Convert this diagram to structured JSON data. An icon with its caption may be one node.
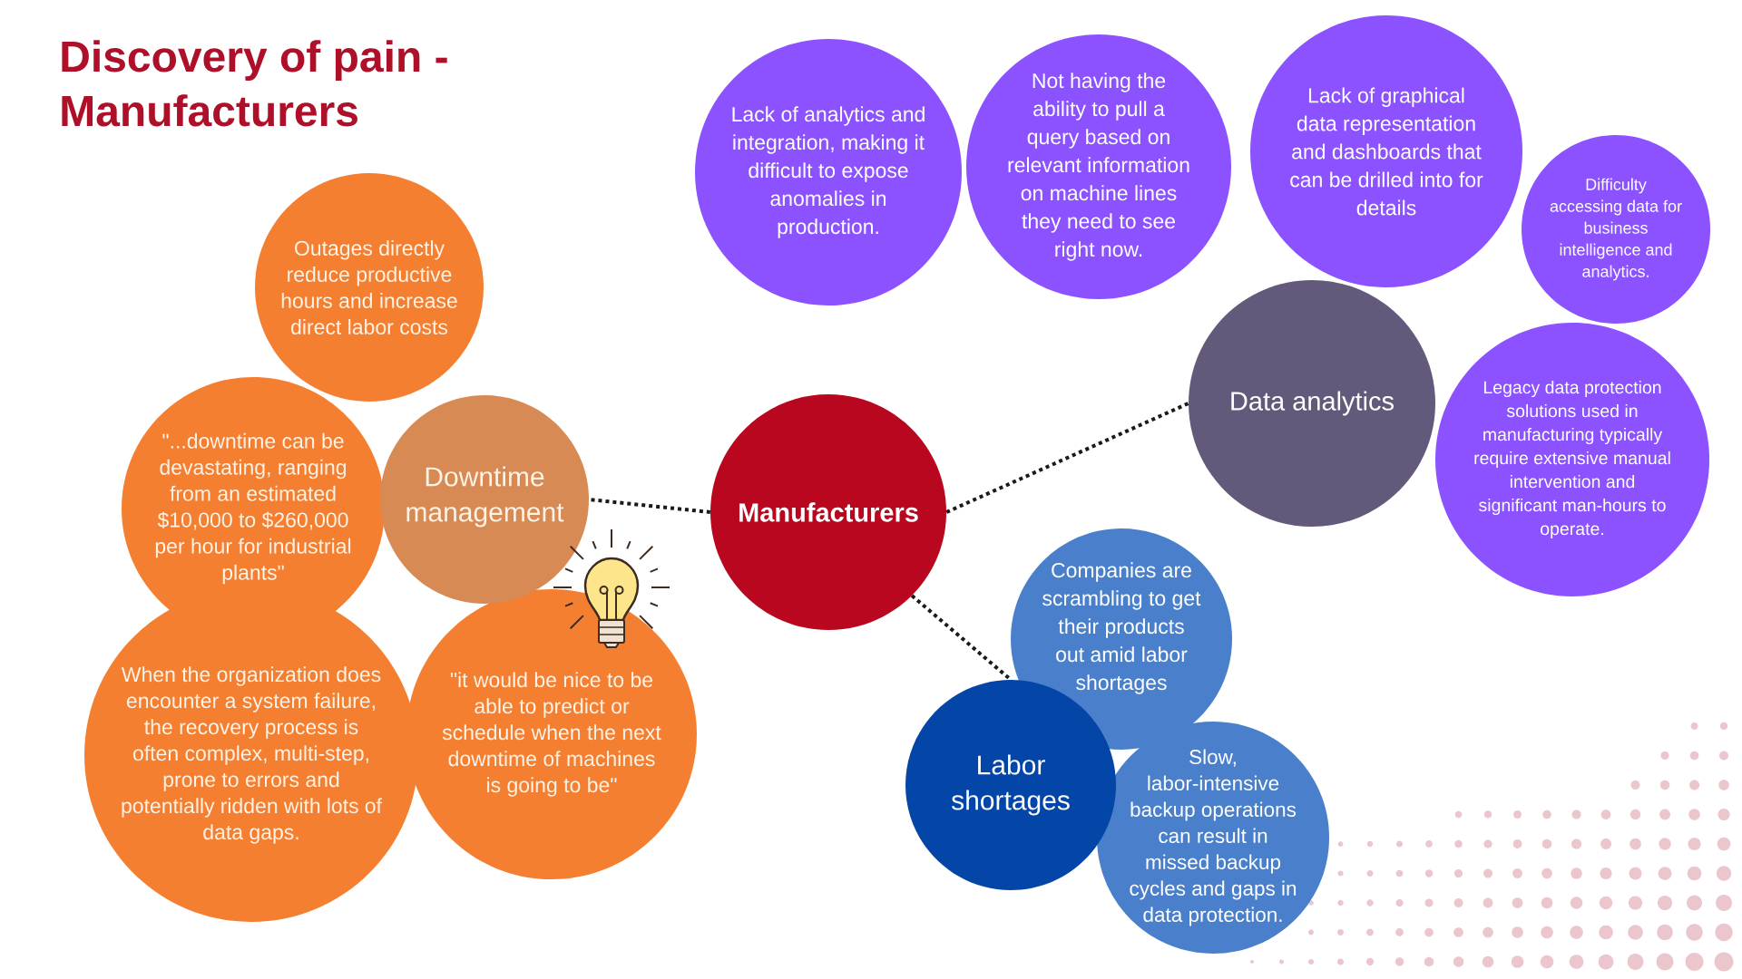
{
  "diagram": {
    "title": "Discovery of pain - Manufacturers",
    "nodes": [
      {
        "text": [
          "Outages directly reduce productive hours and increase direct labor costs"
        ]
      },
      {
        "text": [
          "\"...downtime can be devastating, ranging from an estimated $10,000 to $260,000 per hour for industrial plants\""
        ]
      },
      {
        "text": [
          "Downtime management"
        ]
      },
      {
        "text": [
          "When the organization does encounter a system failure, the recovery process is often complex, multi-step, prone to errors and potentially ridden with lots of data gaps."
        ]
      },
      {
        "text": [
          "\"it would be nice to be able to predict or schedule when the next downtime of machines is going to be\""
        ]
      },
      {
        "text": [
          "Manufacturers"
        ]
      },
      {
        "text": [
          "Lack of analytics and integration, making it difficult to expose anomalies in production."
        ]
      },
      {
        "text": [
          "Not having the ability to pull a query based on relevant information on machine lines they need to see right now."
        ]
      },
      {
        "text": [
          "Lack of graphical data representation and dashboards that can be drilled into for details"
        ]
      },
      {
        "text": [
          "Difficulty accessing data for business intelligence and analytics."
        ]
      },
      {
        "text": [
          "Data analytics"
        ]
      },
      {
        "text": [
          "Legacy data protection solutions used in manufacturing typically require extensive manual intervention and significant man-hours to operate."
        ]
      },
      {
        "text": [
          "Companies are scrambling to get their products out amid labor shortages"
        ]
      },
      {
        "text": [
          "Labor shortages"
        ]
      },
      {
        "text": [
          "Slow, labor-intensive backup operations can result in missed backup cycles and gaps in data protection."
        ]
      }
    ],
    "edges": [
      {
        "from": 5,
        "to": 2,
        "arrow": "none"
      },
      {
        "from": 5,
        "to": 10,
        "arrow": "none"
      },
      {
        "from": 5,
        "to": 13,
        "arrow": "none"
      }
    ]
  }
}
